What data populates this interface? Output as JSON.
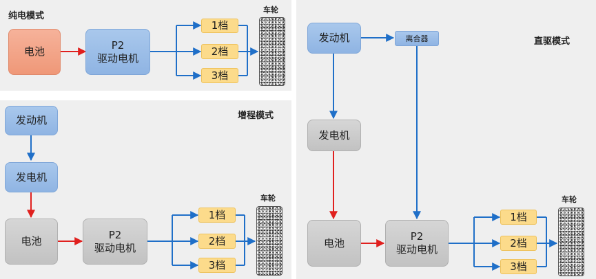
{
  "pure_electric": {
    "title": "纯电模式",
    "battery": "电池",
    "motor_line1": "P2",
    "motor_line2": "驱动电机",
    "gears": [
      "1档",
      "2档",
      "3档"
    ],
    "wheel": "车轮"
  },
  "range_extender": {
    "title": "增程模式",
    "engine": "发动机",
    "generator": "发电机",
    "battery": "电池",
    "motor_line1": "P2",
    "motor_line2": "驱动电机",
    "gears": [
      "1档",
      "2档",
      "3档"
    ],
    "wheel": "车轮"
  },
  "direct_drive": {
    "title": "直驱模式",
    "engine": "发动机",
    "clutch": "离合器",
    "generator": "发电机",
    "battery": "电池",
    "motor_line1": "P2",
    "motor_line2": "驱动电机",
    "gears": [
      "1档",
      "2档",
      "3档"
    ],
    "wheel": "车轮"
  },
  "colors": {
    "mechanical_arrow": "#1f6fc8",
    "electrical_arrow": "#e0201e",
    "panel_bg": "#efefef"
  }
}
